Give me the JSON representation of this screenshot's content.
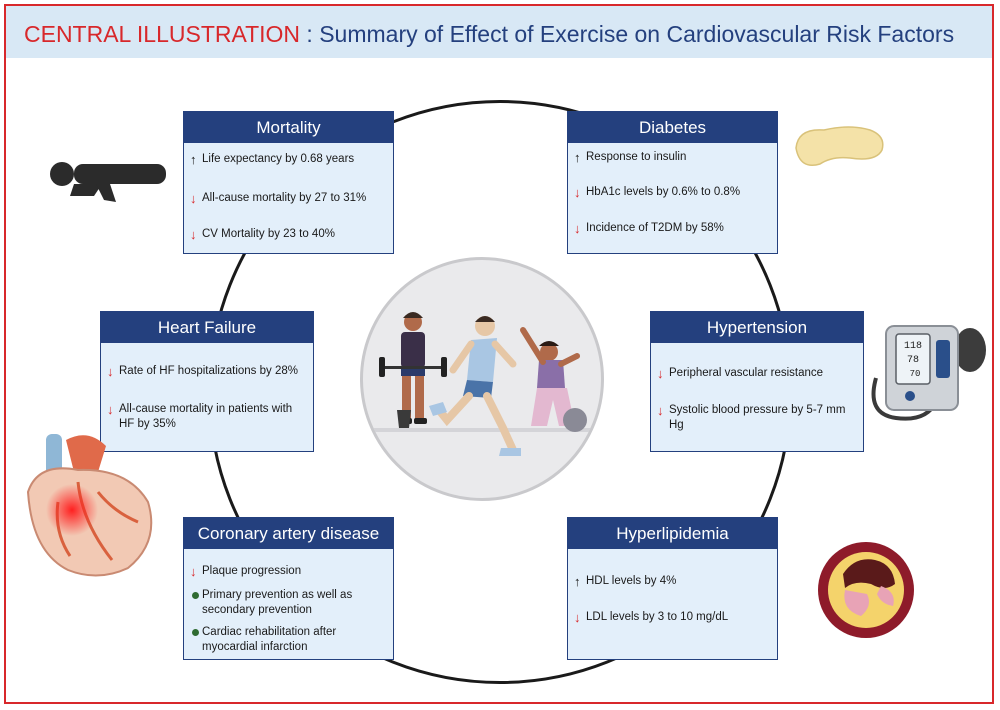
{
  "header": {
    "prefix": "CENTRAL ILLUSTRATION",
    "separator": " : ",
    "title": "Summary of Effect of Exercise on Cardiovascular Risk Factors"
  },
  "cards": {
    "mortality": {
      "title": "Mortality",
      "items": [
        {
          "icon": "up-arrow",
          "text": "Life expectancy by 0.68 years"
        },
        {
          "icon": "down-arrow",
          "text": "All-cause mortality by 27 to 31%"
        },
        {
          "icon": "down-arrow",
          "text": "CV Mortality by 23 to 40%"
        }
      ]
    },
    "diabetes": {
      "title": "Diabetes",
      "items": [
        {
          "icon": "up-arrow",
          "text": "Response to insulin"
        },
        {
          "icon": "down-arrow",
          "text": "HbA1c levels by 0.6% to 0.8%"
        },
        {
          "icon": "down-arrow",
          "text": "Incidence of T2DM by 58%"
        }
      ]
    },
    "heart_failure": {
      "title": "Heart Failure",
      "items": [
        {
          "icon": "down-arrow",
          "text": "Rate of HF hospitalizations by 28%"
        },
        {
          "icon": "down-arrow",
          "text": "All-cause mortality in patients with HF by 35%"
        }
      ]
    },
    "hypertension": {
      "title": "Hypertension",
      "items": [
        {
          "icon": "down-arrow",
          "text": "Peripheral vascular resistance"
        },
        {
          "icon": "down-arrow",
          "text": "Systolic blood pressure by 5-7 mm Hg"
        }
      ]
    },
    "cad": {
      "title": "Coronary artery disease",
      "items": [
        {
          "icon": "down-arrow",
          "text": "Plaque progression"
        },
        {
          "icon": "green-dot",
          "text": "Primary prevention as well as secondary prevention"
        },
        {
          "icon": "green-dot",
          "text": "Cardiac rehabilitation after myocardial infarction"
        }
      ]
    },
    "hyperlipidemia": {
      "title": "Hyperlipidemia",
      "items": [
        {
          "icon": "up-arrow",
          "text": "HDL levels by 4%"
        },
        {
          "icon": "down-arrow",
          "text": "LDL levels by 3 to 10 mg/dL"
        }
      ]
    }
  },
  "bp_monitor": {
    "sys": "118",
    "dia": "78",
    "pulse": "70"
  },
  "colors": {
    "accent_red": "#d8282b",
    "navy": "#24407e",
    "card_bg": "#e3effa",
    "header_bg": "#d8e8f5",
    "dot_green": "#2f6b32"
  }
}
